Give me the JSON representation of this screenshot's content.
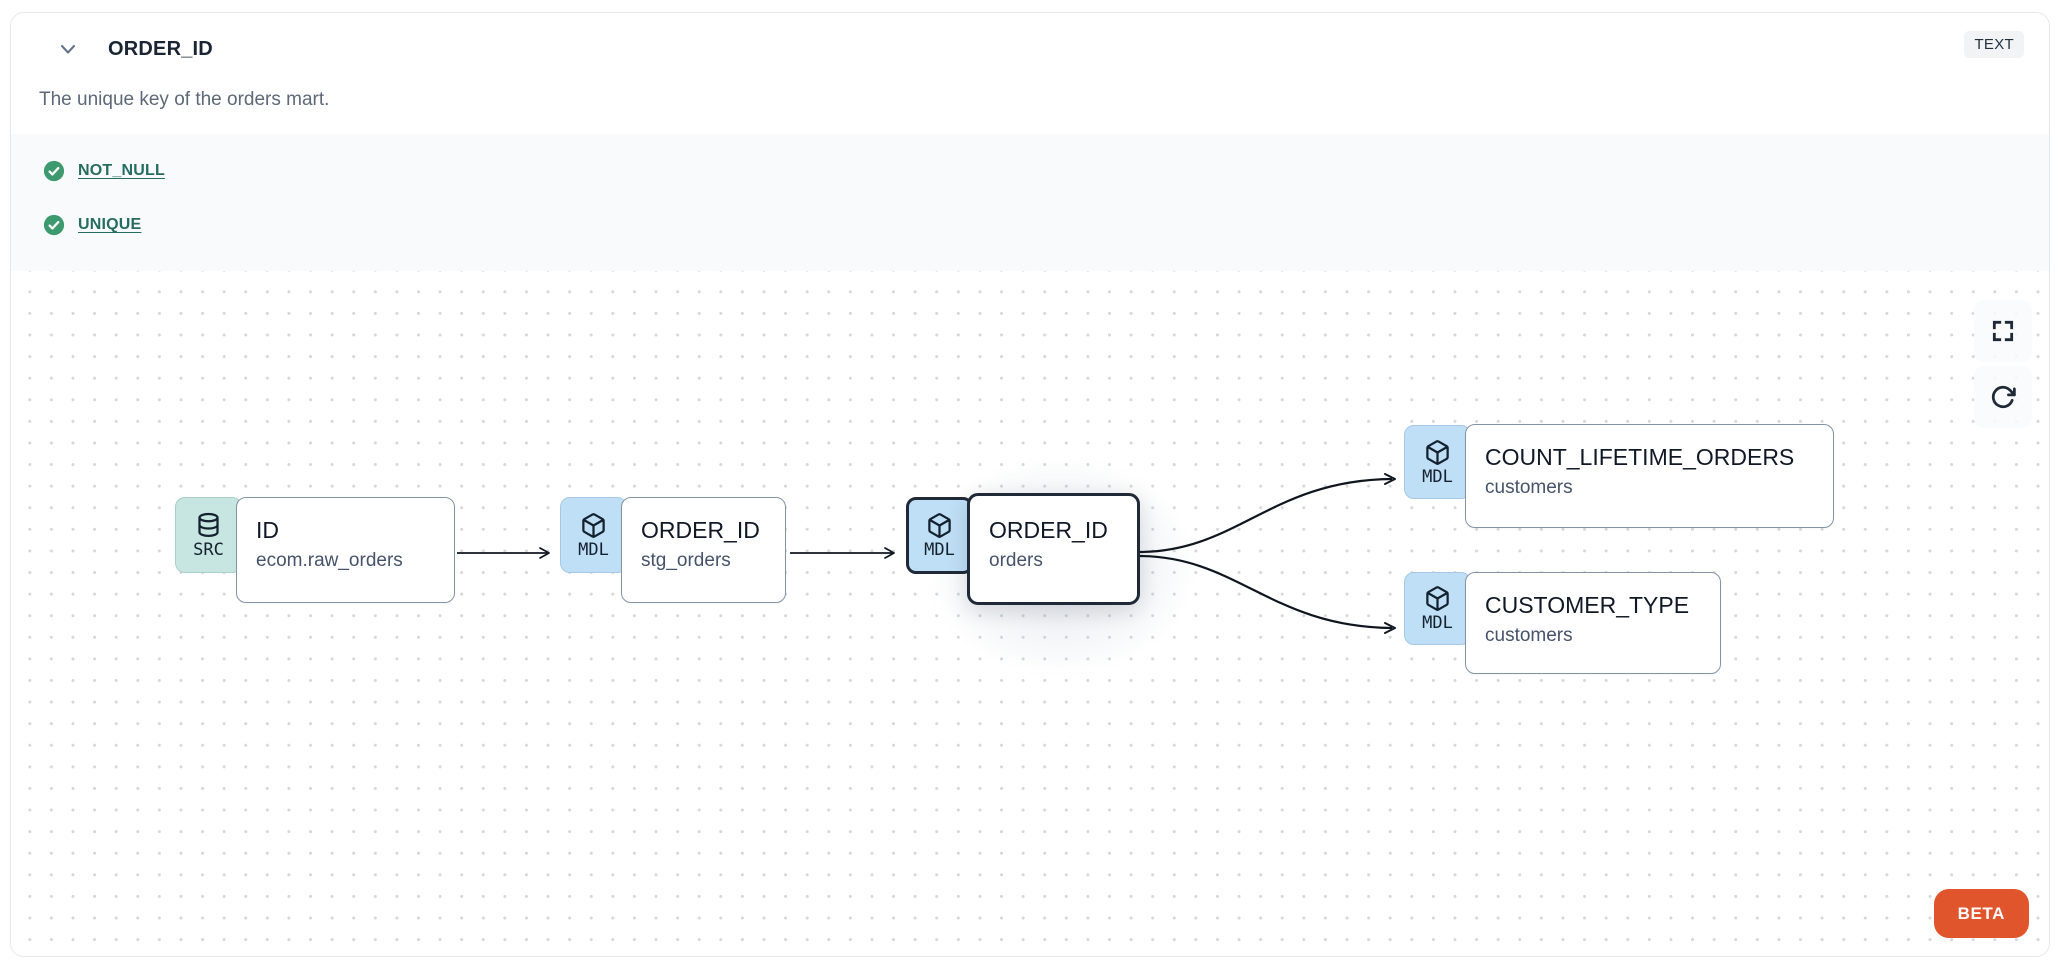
{
  "header": {
    "title": "ORDER_ID",
    "type_badge": "TEXT",
    "description": "The unique key of the orders mart."
  },
  "tests": {
    "items": [
      {
        "label": "NOT_NULL",
        "status": "pass"
      },
      {
        "label": "UNIQUE",
        "status": "pass"
      }
    ]
  },
  "lineage": {
    "nodes": [
      {
        "badge": "SRC",
        "icon": "database-icon",
        "title": "ID",
        "subtitle": "ecom.raw_orders",
        "selected": false
      },
      {
        "badge": "MDL",
        "icon": "cube-icon",
        "title": "ORDER_ID",
        "subtitle": "stg_orders",
        "selected": false
      },
      {
        "badge": "MDL",
        "icon": "cube-icon",
        "title": "ORDER_ID",
        "subtitle": "orders",
        "selected": true
      },
      {
        "badge": "MDL",
        "icon": "cube-icon",
        "title": "COUNT_LIFETIME_ORDERS",
        "subtitle": "customers",
        "selected": false
      },
      {
        "badge": "MDL",
        "icon": "cube-icon",
        "title": "CUSTOMER_TYPE",
        "subtitle": "customers",
        "selected": false
      }
    ],
    "edges": [
      {
        "from": "ID (ecom.raw_orders)",
        "to": "ORDER_ID (stg_orders)"
      },
      {
        "from": "ORDER_ID (stg_orders)",
        "to": "ORDER_ID (orders)"
      },
      {
        "from": "ORDER_ID (orders)",
        "to": "COUNT_LIFETIME_ORDERS (customers)"
      },
      {
        "from": "ORDER_ID (orders)",
        "to": "CUSTOMER_TYPE (customers)"
      }
    ],
    "beta_label": "BETA"
  },
  "colors": {
    "src_badge": "#c8e6e1",
    "mdl_badge": "#bfdff7",
    "test_pass_green": "#3d9a6e",
    "test_link": "#266d61",
    "selected_border": "#1f2937",
    "beta_orange": "#e0552c",
    "edge": "#10161f"
  }
}
